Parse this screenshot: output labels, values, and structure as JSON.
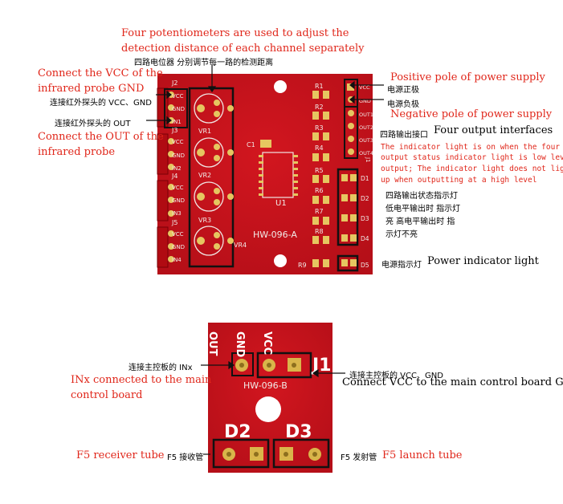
{
  "top_board": {
    "silk": {
      "model": "HW-096-A",
      "c1": "C1",
      "u1": "U1",
      "j1": "J1",
      "j2": "J2",
      "j3": "J3",
      "j4": "J4",
      "j5": "J5",
      "vr": [
        "VR1",
        "VR2",
        "VR3",
        "VR4"
      ],
      "r": [
        "R1",
        "R2",
        "R3",
        "R4",
        "R5",
        "R6",
        "R7",
        "R8",
        "R9"
      ],
      "d": [
        "D1",
        "D2",
        "D3",
        "D4",
        "D5"
      ],
      "pins_left": [
        "VCC",
        "GND",
        "IN1",
        "VCC",
        "GND",
        "IN2",
        "VCC",
        "GND",
        "IN3",
        "VCC",
        "GND",
        "IN4"
      ],
      "pins_right": [
        "VCC",
        "GND",
        "OUT1",
        "OUT2",
        "OUT3",
        "OUT4"
      ]
    },
    "annotations": {
      "pot_en_1": "Four potentiometers are used to adjust the",
      "pot_en_2": "detection distance of each channel separately",
      "pot_cn": "四路电位器 分别调节每一路的检测距离",
      "vcc_en_1": "Connect the VCC of the",
      "vcc_en_2": "infrared probe GND",
      "vcc_cn": "连接红外探头的 VCC、GND",
      "out_cn": "连接红外探头的 OUT",
      "out_en_1": "Connect the OUT of the",
      "out_en_2": "infrared probe",
      "pos_en": "Positive pole of power supply",
      "pos_cn": "电源正极",
      "neg_cn": "电源负极",
      "neg_en": "Negative pole of power supply",
      "four_out_cn": "四路输出接口",
      "four_out_en": "Four output interfaces",
      "indicator_lines": [
        "The indicator light is on when the four",
        "output status indicator light is low level",
        "output; The indicator light does not light",
        "up when outputting at a high level"
      ],
      "indicator_cn": [
        "四路输出状态指示灯",
        "低电平输出时 指示灯",
        "亮 高电平输出时 指",
        "示灯不亮"
      ],
      "power_cn": "电源指示灯",
      "power_en": "Power indicator light"
    }
  },
  "bottom_board": {
    "silk": {
      "model": "HW-096-B",
      "j1": "J1",
      "out": "OUT",
      "gnd": "GND",
      "vcc": "VCC",
      "d2": "D2",
      "d3": "D3"
    },
    "annotations": {
      "inx_cn": "连接主控板的 INx",
      "inx_en_1": "INx connected to the main",
      "inx_en_2": "control board",
      "vccgnd_cn": "连接主控板的 VCC、GND",
      "vccgnd_en": "Connect VCC to the main control board GND",
      "f5r_en": "F5 receiver tube",
      "f5r_cn": "F5 接收管",
      "f5l_cn": "F5 发射管",
      "f5l_en": "F5 launch tube"
    }
  },
  "colors": {
    "pcb": "#c8141e",
    "annotation_red": "#e0261a",
    "copper": "#d9b54a"
  }
}
